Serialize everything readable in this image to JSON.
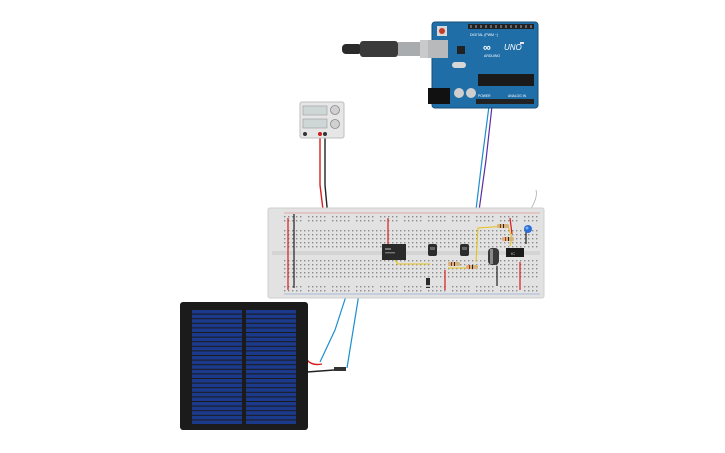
{
  "canvas": {
    "background": "#ffffff"
  },
  "arduino": {
    "logo": "∞",
    "model": "UNO",
    "brand": "ARDUINO",
    "digital_label": "DIGITAL (PWM ~)",
    "power_label": "POWER",
    "analog_label": "ANALOG IN",
    "board_color": "#1f6ea8"
  },
  "breadboard": {
    "color": "#e2e2e2"
  },
  "ic": {
    "label": "IC"
  },
  "solar_panel": {
    "cell_color": "#1c3a8c"
  },
  "wire_colors": {
    "red": "#d61e1e",
    "black": "#222222",
    "blue": "#1b8fd1",
    "purple": "#5a2ea6",
    "yellow": "#e6c31c"
  }
}
